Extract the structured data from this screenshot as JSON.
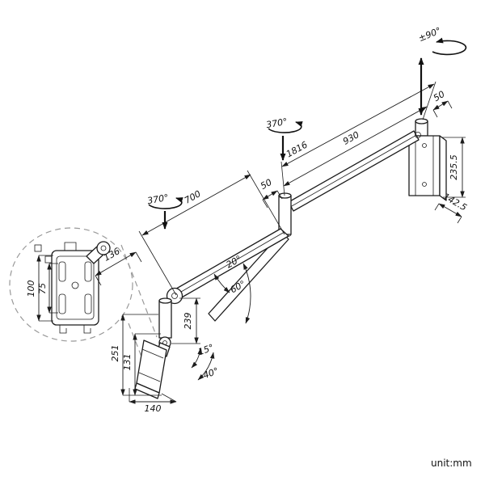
{
  "unit_note": "unit:mm",
  "rotations": {
    "wall_swivel": "±90°",
    "upper_arm_swivel": "370°",
    "forearm_swivel": "370°",
    "head_tilt_up": "15°",
    "head_tilt_down": "40°",
    "elbow_fold": "20°",
    "elbow_swing": "60°"
  },
  "dimensions": {
    "top_offset": "50",
    "overall_reach": "1816",
    "upper_arm_length": "930",
    "wall_plate_height": "235.5",
    "wall_plate_depth": "142.5",
    "joint_offset": "50",
    "forearm_length": "700",
    "elbow_offset": "136",
    "drop_height": "239",
    "head_height": "251",
    "head_lower_height": "131",
    "plate_width": "140",
    "vesa_100": "100",
    "vesa_75": "75"
  }
}
